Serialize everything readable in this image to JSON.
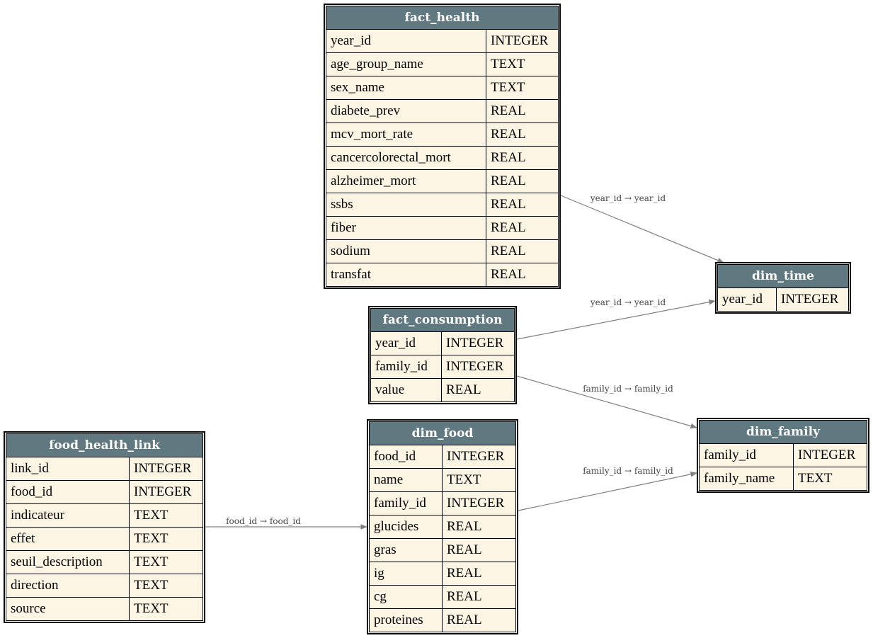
{
  "tables": [
    {
      "id": "fact_health",
      "title": "fact_health",
      "columns": [
        [
          "year_id",
          "INTEGER"
        ],
        [
          "age_group_name",
          "TEXT"
        ],
        [
          "sex_name",
          "TEXT"
        ],
        [
          "diabete_prev",
          "REAL"
        ],
        [
          "mcv_mort_rate",
          "REAL"
        ],
        [
          "cancercolorectal_mort",
          "REAL"
        ],
        [
          "alzheimer_mort",
          "REAL"
        ],
        [
          "ssbs",
          "REAL"
        ],
        [
          "fiber",
          "REAL"
        ],
        [
          "sodium",
          "REAL"
        ],
        [
          "transfat",
          "REAL"
        ]
      ]
    },
    {
      "id": "dim_time",
      "title": "dim_time",
      "columns": [
        [
          "year_id",
          "INTEGER"
        ]
      ]
    },
    {
      "id": "fact_consumption",
      "title": "fact_consumption",
      "columns": [
        [
          "year_id",
          "INTEGER"
        ],
        [
          "family_id",
          "INTEGER"
        ],
        [
          "value",
          "REAL"
        ]
      ]
    },
    {
      "id": "dim_family",
      "title": "dim_family",
      "columns": [
        [
          "family_id",
          "INTEGER"
        ],
        [
          "family_name",
          "TEXT"
        ]
      ]
    },
    {
      "id": "food_health_link",
      "title": "food_health_link",
      "columns": [
        [
          "link_id",
          "INTEGER"
        ],
        [
          "food_id",
          "INTEGER"
        ],
        [
          "indicateur",
          "TEXT"
        ],
        [
          "effet",
          "TEXT"
        ],
        [
          "seuil_description",
          "TEXT"
        ],
        [
          "direction",
          "TEXT"
        ],
        [
          "source",
          "TEXT"
        ]
      ]
    },
    {
      "id": "dim_food",
      "title": "dim_food",
      "columns": [
        [
          "food_id",
          "INTEGER"
        ],
        [
          "name",
          "TEXT"
        ],
        [
          "family_id",
          "INTEGER"
        ],
        [
          "glucides",
          "REAL"
        ],
        [
          "gras",
          "REAL"
        ],
        [
          "ig",
          "REAL"
        ],
        [
          "cg",
          "REAL"
        ],
        [
          "proteines",
          "REAL"
        ]
      ]
    }
  ],
  "edges": [
    {
      "from": "fact_health",
      "to": "dim_time",
      "label": "year_id → year_id"
    },
    {
      "from": "fact_consumption",
      "to": "dim_time",
      "label": "year_id → year_id"
    },
    {
      "from": "fact_consumption",
      "to": "dim_family",
      "label": "family_id → family_id"
    },
    {
      "from": "dim_food",
      "to": "dim_family",
      "label": "family_id → family_id"
    },
    {
      "from": "food_health_link",
      "to": "dim_food",
      "label": "food_id → food_id"
    }
  ],
  "colors": {
    "header": "#607880",
    "cell": "#fdf5e3",
    "edge": "#808080"
  }
}
